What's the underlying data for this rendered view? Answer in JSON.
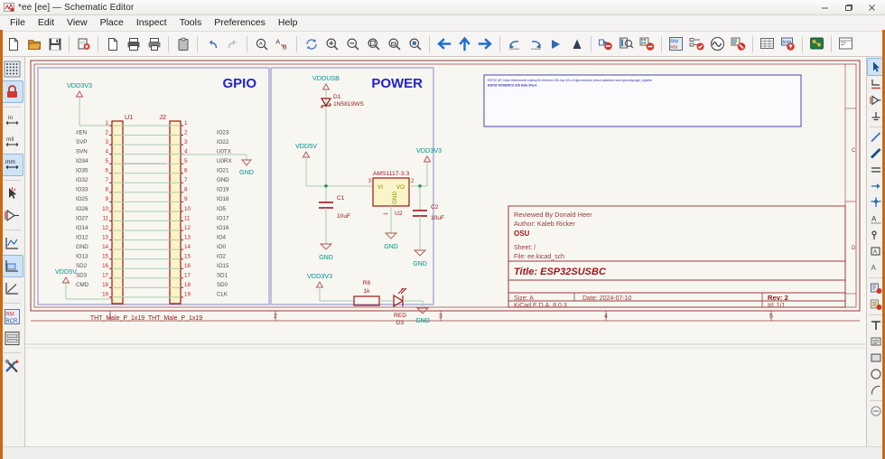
{
  "window": {
    "title": "*ee [ee] — Schematic Editor",
    "app_icon": "kicad-schematic-icon",
    "buttons": {
      "minimize": "minimize-icon",
      "maximize": "maximize-icon",
      "close": "close-icon"
    }
  },
  "menubar": {
    "items": [
      {
        "label": "File",
        "name": "menu-file"
      },
      {
        "label": "Edit",
        "name": "menu-edit"
      },
      {
        "label": "View",
        "name": "menu-view"
      },
      {
        "label": "Place",
        "name": "menu-place"
      },
      {
        "label": "Inspect",
        "name": "menu-inspect"
      },
      {
        "label": "Tools",
        "name": "menu-tools"
      },
      {
        "label": "Preferences",
        "name": "menu-preferences"
      },
      {
        "label": "Help",
        "name": "menu-help"
      }
    ]
  },
  "toolbar": {
    "groups": [
      [
        "new-sheet-icon",
        "open-folder-icon",
        "save-icon"
      ],
      [
        "page-settings-icon"
      ],
      [
        "print-preview-icon",
        "print-icon",
        "plot-icon"
      ],
      [
        "paste-icon"
      ],
      [
        "undo-icon",
        "redo-icon"
      ],
      [
        "find-icon",
        "find-replace-icon"
      ],
      [
        "refresh-icon",
        "zoom-in-icon",
        "zoom-out-icon",
        "zoom-fit-page-icon",
        "zoom-fit-objects-icon",
        "zoom-area-icon"
      ],
      [
        "navigate-back-icon",
        "navigate-up-icon",
        "navigate-forward-icon"
      ],
      [
        "rotate-ccw-icon",
        "rotate-cw-icon",
        "mirror-horizontal-icon",
        "mirror-vertical-icon"
      ],
      [
        "annotate-icon",
        "erc-icon",
        "footprint-assign-icon"
      ],
      [
        "netlist-icon",
        "bom-icon",
        "symbol-fields-icon",
        "simulator-icon"
      ],
      [
        "pcb-editor-icon",
        "spreadsheet-icon",
        "bom-export-icon"
      ],
      [
        "board-setup-icon"
      ],
      [
        "schematic-setup-icon"
      ]
    ]
  },
  "left_toolbar": {
    "items": [
      {
        "name": "grid-toggle-icon",
        "label": "",
        "selected": false
      },
      {
        "name": "grid-lock-icon",
        "label": "",
        "selected": true
      },
      {
        "name": "units-inches-icon",
        "label": "in",
        "selected": false
      },
      {
        "name": "units-mils-icon",
        "label": "mil",
        "selected": false
      },
      {
        "name": "units-mm-icon",
        "label": "mm",
        "selected": true
      },
      {
        "name": "cursor-full-window-icon",
        "label": "",
        "selected": false
      },
      {
        "name": "hidden-pins-icon",
        "label": "",
        "selected": false
      },
      {
        "name": "wire-bus-straight-icon",
        "label": "",
        "selected": false
      },
      {
        "name": "wire-bus-90-icon",
        "label": "",
        "selected": true
      },
      {
        "name": "wire-bus-any-icon",
        "label": "",
        "selected": false
      },
      {
        "name": "annotate-tree-icon",
        "label": "",
        "selected": false
      },
      {
        "name": "symbol-library-icon",
        "label": "",
        "selected": false
      },
      {
        "name": "tools-icon",
        "label": "",
        "selected": false
      }
    ]
  },
  "right_toolbar": {
    "items": [
      {
        "name": "select-arrow-icon",
        "selected": true
      },
      {
        "name": "highlight-net-icon",
        "selected": false
      },
      {
        "name": "place-symbol-icon",
        "selected": false
      },
      {
        "name": "place-power-port-icon",
        "selected": false
      },
      {
        "name": "draw-wire-icon",
        "selected": false
      },
      {
        "name": "draw-bus-icon",
        "selected": false
      },
      {
        "name": "wire-to-bus-entry-icon",
        "selected": false
      },
      {
        "name": "place-no-connect-icon",
        "selected": false
      },
      {
        "name": "place-junction-icon",
        "selected": false
      },
      {
        "name": "place-net-label-icon",
        "selected": false
      },
      {
        "name": "place-global-label-icon",
        "selected": false
      },
      {
        "name": "place-hier-label-icon",
        "selected": false
      },
      {
        "name": "place-sheet-icon",
        "selected": false
      },
      {
        "name": "import-sheet-pin-icon",
        "selected": false
      },
      {
        "name": "place-text-icon",
        "selected": false
      },
      {
        "name": "place-textbox-icon",
        "selected": false
      },
      {
        "name": "draw-rectangle-icon",
        "selected": false
      },
      {
        "name": "draw-circle-icon",
        "selected": false
      },
      {
        "name": "draw-arc-icon",
        "selected": false
      },
      {
        "name": "draw-lines-icon",
        "selected": false
      },
      {
        "name": "delete-icon",
        "selected": false
      }
    ]
  },
  "schematic": {
    "titles": {
      "gpio": "GPIO",
      "power": "POWER"
    },
    "textbox": {
      "line1": "ESP32 QR: https://rfelectronicl.org/esp32-reference-32s-esp-32s-v3-tlgt-resolution-pinout-datasheet-and-specs/#google_vignette",
      "line2": "ESP32 NODEMCU 32S Data Sheet"
    },
    "gpio": {
      "u1": {
        "ref": "U1",
        "value": "THT_Male_P_1x19",
        "pins": [
          {
            "num": "1",
            "label": ""
          },
          {
            "num": "2",
            "label": "#EN"
          },
          {
            "num": "3",
            "label": "SVP"
          },
          {
            "num": "4",
            "label": "SVN"
          },
          {
            "num": "5",
            "label": "IO34"
          },
          {
            "num": "6",
            "label": "IO35"
          },
          {
            "num": "7",
            "label": "IO32"
          },
          {
            "num": "8",
            "label": "IO33"
          },
          {
            "num": "9",
            "label": "IO25"
          },
          {
            "num": "10",
            "label": "IO26"
          },
          {
            "num": "11",
            "label": "IO27"
          },
          {
            "num": "12",
            "label": "IO14"
          },
          {
            "num": "13",
            "label": "IO12"
          },
          {
            "num": "14",
            "label": "GND"
          },
          {
            "num": "15",
            "label": "IO13"
          },
          {
            "num": "16",
            "label": "SD2"
          },
          {
            "num": "17",
            "label": "SD3"
          },
          {
            "num": "18",
            "label": "CMD"
          },
          {
            "num": "19",
            "label": ""
          }
        ]
      },
      "j2": {
        "ref": "J2",
        "value": "THT_Male_P_1x19",
        "pins": [
          {
            "num": "1",
            "label": ""
          },
          {
            "num": "2",
            "label": "IO23"
          },
          {
            "num": "3",
            "label": "IO22"
          },
          {
            "num": "4",
            "label": "U0TX"
          },
          {
            "num": "5",
            "label": "U0RX"
          },
          {
            "num": "6",
            "label": "IO21"
          },
          {
            "num": "7",
            "label": "GND"
          },
          {
            "num": "8",
            "label": "IO19"
          },
          {
            "num": "9",
            "label": "IO18"
          },
          {
            "num": "10",
            "label": "IO5"
          },
          {
            "num": "11",
            "label": "IO17"
          },
          {
            "num": "12",
            "label": "IO16"
          },
          {
            "num": "13",
            "label": "IO4"
          },
          {
            "num": "14",
            "label": "IO0"
          },
          {
            "num": "15",
            "label": "IO2"
          },
          {
            "num": "16",
            "label": "IO15"
          },
          {
            "num": "17",
            "label": "SD1"
          },
          {
            "num": "18",
            "label": "SD0"
          },
          {
            "num": "19",
            "label": "CLK"
          }
        ]
      },
      "net_vdd3v3": "VDD3V3",
      "net_vdd5v": "VDD5V",
      "net_gnd": "GND"
    },
    "power": {
      "net_vddusb": "VDDUSB",
      "net_vdd5v": "VDD5V",
      "net_vdd3v3": "VDD3V3",
      "net_gnd": "GND",
      "d1": {
        "ref": "D1",
        "value": "1N5819WS"
      },
      "u2": {
        "ref": "U2",
        "value": "AMS1117-3.3",
        "pin_vi": "VI",
        "pin_vo": "VO",
        "pin_gnd": "GND",
        "pn_vi": "3",
        "pn_vo": "2",
        "pn_gnd": "1"
      },
      "c1": {
        "ref": "C1",
        "value": "10uF"
      },
      "c2": {
        "ref": "C2",
        "value": "10uF"
      },
      "r8": {
        "ref": "R8",
        "value": "1k"
      },
      "d3": {
        "ref": "D3",
        "value": "RED"
      }
    },
    "title_block": {
      "reviewed_by": "Reviewed By Donald Heer",
      "author": "Author: Kaleb Ricker",
      "org": "OSU",
      "sheet": "Sheet: /",
      "file": "File: ee.kicad_sch",
      "title": "Title: ESP32SUSBC",
      "size": "Size: A",
      "date": "Date: 2024-07-10",
      "rev": "Rev: 2",
      "kicad": "KiCad E.D.A.  8.0.3",
      "id": "Id: 1/1"
    },
    "ruler": {
      "cols": [
        "1",
        "2",
        "3",
        "4",
        "5"
      ],
      "rows": [
        "C",
        "D"
      ]
    },
    "colors": {
      "wire": "#008484",
      "wire_green": "#a9ccb0",
      "component": "#840000",
      "pin_fill": "#fbf4c8",
      "pin_number": "#cc2222",
      "pin_name": "#444444",
      "label": "#008484",
      "sheet_title": "#2222cc",
      "border": "#9b3a3a",
      "textbox": "#3333aa",
      "background": "#f7f6f1"
    }
  }
}
